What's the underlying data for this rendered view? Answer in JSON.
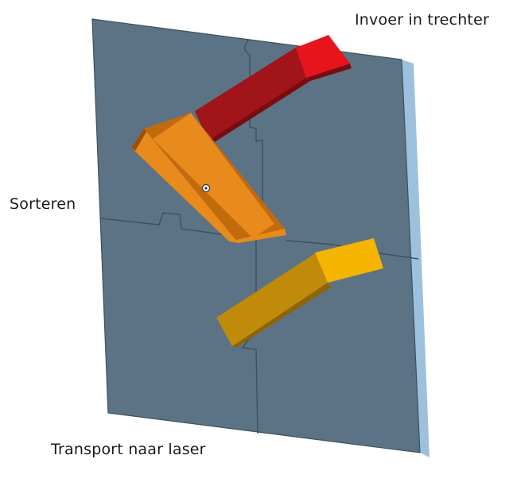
{
  "labels": {
    "invoer": "Invoer in trechter",
    "sorteren": "Sorteren",
    "transport": "Transport naar laser"
  },
  "colors": {
    "board_face": "#5b7384",
    "board_edge": "#9dc1dc",
    "board_seam": "#3e505d",
    "chute_top_front": "#e8141c",
    "chute_top_body": "#a0141a",
    "chute_top_side": "#7a0c10",
    "chute_mid_body": "#e88a1c",
    "chute_mid_inner": "#c26a0c",
    "chute_mid_dark": "#9a5208",
    "chute_bottom_front": "#f5b400",
    "chute_bottom_body": "#c08a0a",
    "chute_bottom_side": "#8e6406"
  }
}
